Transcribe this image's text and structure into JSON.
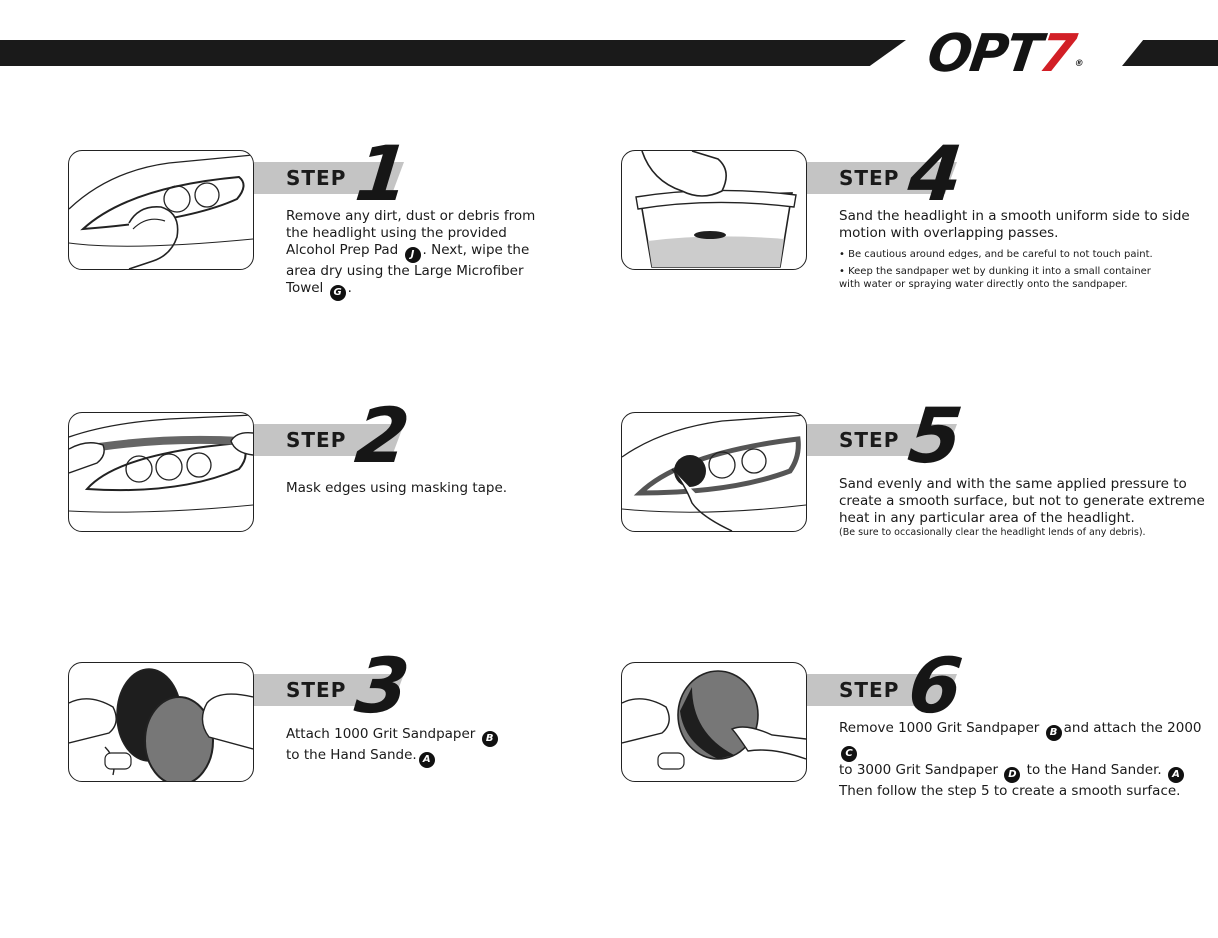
{
  "header": {
    "logo_text": "OPT",
    "logo_seven": "7",
    "logo_reg": "®",
    "accent_color": "#d21f26"
  },
  "steps": [
    {
      "label": "STEP",
      "number": "1",
      "lines": [
        "Remove any dirt, dust or debris from the headlight using the provided Alcohol Prep Pad",
        "J",
        ". Next, wipe the area dry using the Large Microfiber Towel",
        "G",
        "."
      ],
      "icon": "wipe-headlight-icon"
    },
    {
      "label": "STEP",
      "number": "2",
      "text": "Mask edges using masking tape.",
      "icon": "masking-tape-icon"
    },
    {
      "label": "STEP",
      "number": "3",
      "text_a": "Attach 1000 Grit Sandpaper",
      "badge_a": "B",
      "text_b": "to the Hand Sande.",
      "badge_b": "A",
      "icon": "attach-sandpaper-icon"
    },
    {
      "label": "STEP",
      "number": "4",
      "text": "Sand the headlight in a smooth uniform side to side motion with overlapping passes.",
      "bullet1": "• Be cautious around edges, and be careful to not touch paint.",
      "bullet2": "• Keep the sandpaper wet by dunking it into a small container with water or spraying water directly onto the sandpaper.",
      "icon": "dunk-sandpaper-icon"
    },
    {
      "label": "STEP",
      "number": "5",
      "text": "Sand evenly and with the same applied pressure to create a smooth surface, but not to generate extreme heat in any particular area of the headlight.",
      "note": "(Be sure to occasionally clear the headlight lends of any debris).",
      "icon": "sand-headlight-icon"
    },
    {
      "label": "STEP",
      "number": "6",
      "text_a": "Remove 1000 Grit Sandpaper",
      "badge_a": "B",
      "text_b": "and attach the 2000",
      "badge_b": "C",
      "text_c": "to 3000 Grit Sandpaper",
      "badge_c": "D",
      "text_d": "to the Hand Sander.",
      "badge_d": "A",
      "text_e": "Then follow the step 5 to create a smooth surface.",
      "icon": "replace-sandpaper-icon"
    }
  ]
}
